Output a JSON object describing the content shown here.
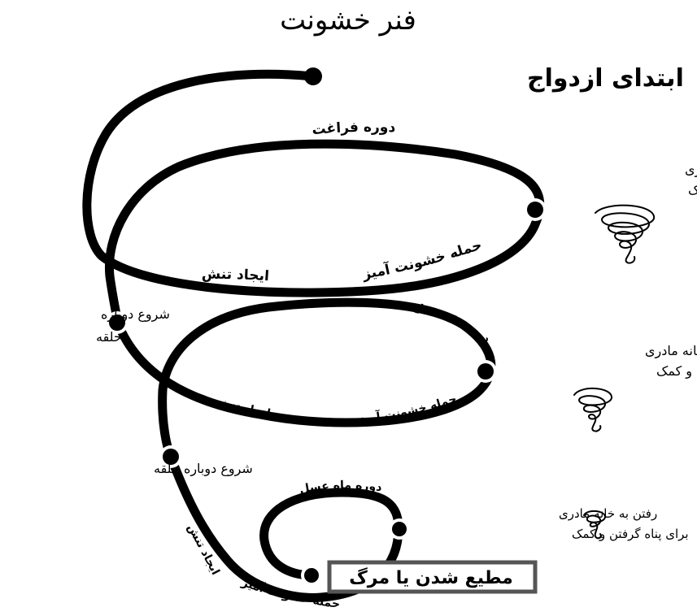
{
  "title": "فنر خشونت",
  "start": "ابتدای ازدواج",
  "cycle1": {
    "honeymoon": "دوره فراغت",
    "abuse": "حمله خشونت آمیز",
    "tension": "ایجاد تنش",
    "refuge": [
      "رفتن به خانه مادری",
      "برای پناه گرفتن و کمک"
    ],
    "restart": [
      "شروع دوباره",
      "حلقه"
    ]
  },
  "cycle2": {
    "honeymoon": "دوره ماه عسل",
    "abuse": "حمله خشونت آمیز",
    "tension": "ایجاد تنش",
    "refuge": [
      "رفتن به خانه مادری",
      "برای پناه گرفتن و کمک"
    ],
    "restart": "شروع دوباره حلقه"
  },
  "cycle3": {
    "honeymoon": "دوره ماه عسل",
    "abuse": "حمله خشونت آمیز",
    "tension": "ایجاد تنش",
    "refuge": [
      "رفتن به خانه مادری",
      "برای پناه گرفتن و کمک"
    ]
  },
  "end": "مطیع شدن یا مرگ",
  "colors": {
    "line": "#000000",
    "box_border": "#555555",
    "background": "#ffffff"
  }
}
